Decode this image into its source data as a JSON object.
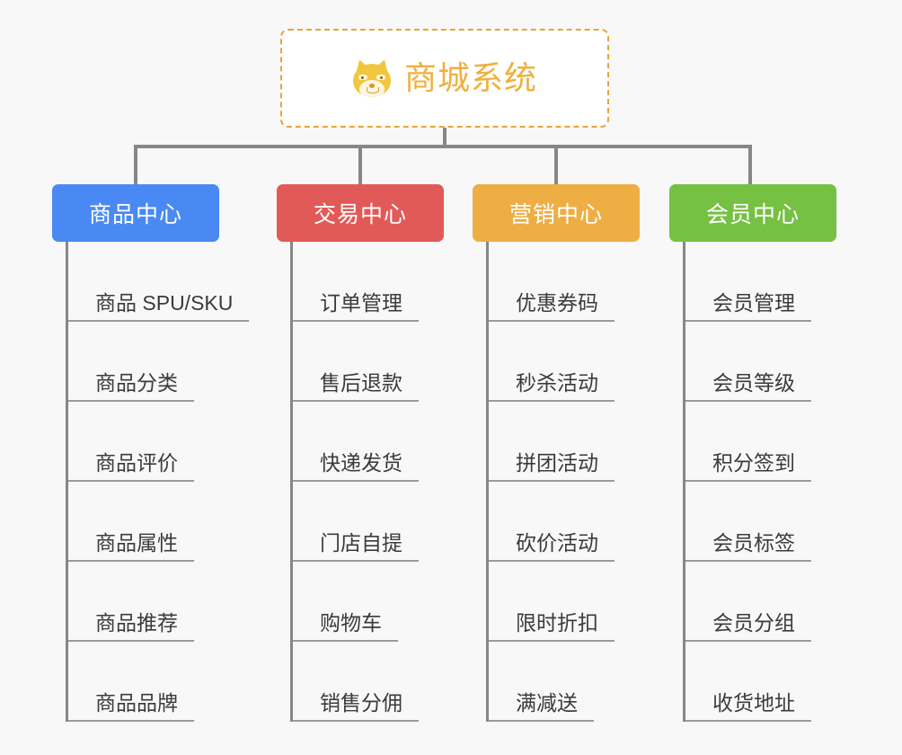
{
  "background_color": "#f8f8f8",
  "root": {
    "title": "商城系统",
    "icon": "shiba-dog-icon",
    "text_color": "#efb03f",
    "border_color": "#e8a33d"
  },
  "connector_color": "#878787",
  "columns": [
    {
      "header": "商品中心",
      "color": "#4a89f3",
      "items": [
        "商品 SPU/SKU",
        "商品分类",
        "商品评价",
        "商品属性",
        "商品推荐",
        "商品品牌"
      ]
    },
    {
      "header": "交易中心",
      "color": "#e25a58",
      "items": [
        "订单管理",
        "售后退款",
        "快递发货",
        "门店自提",
        "购物车",
        "销售分佣"
      ]
    },
    {
      "header": "营销中心",
      "color": "#edae44",
      "items": [
        "优惠券码",
        "秒杀活动",
        "拼团活动",
        "砍价活动",
        "限时折扣",
        "满减送"
      ]
    },
    {
      "header": "会员中心",
      "color": "#76c043",
      "items": [
        "会员管理",
        "会员等级",
        "积分签到",
        "会员标签",
        "会员分组",
        "收货地址"
      ]
    }
  ]
}
